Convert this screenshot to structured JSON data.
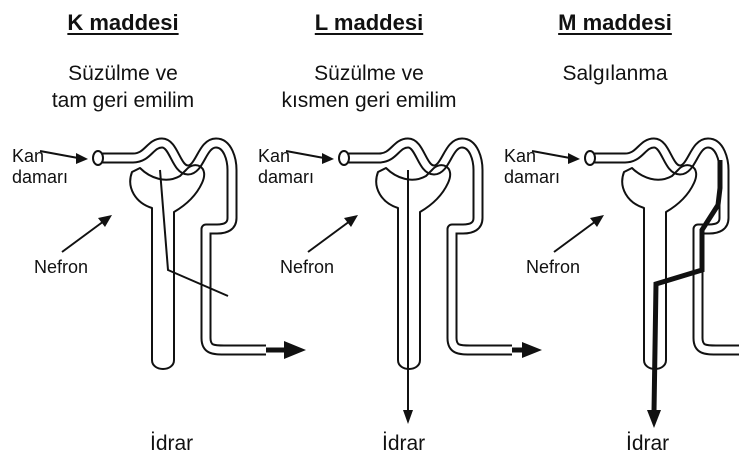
{
  "panels": [
    {
      "title": "K maddesi",
      "desc_line1": "Süzülme ve",
      "desc_line2": "tam geri emilim",
      "kan_line1": "Kan",
      "kan_line2": "damarı",
      "nefron": "Nefron",
      "idrar": "İdrar"
    },
    {
      "title": "L maddesi",
      "desc_line1": "Süzülme ve",
      "desc_line2": "kısmen geri emilim",
      "kan_line1": "Kan",
      "kan_line2": "damarı",
      "nefron": "Nefron",
      "idrar": "İdrar"
    },
    {
      "title": "M maddesi",
      "desc_line1": "Salgılanma",
      "desc_line2": "",
      "kan_line1": "Kan",
      "kan_line2": "damarı",
      "nefron": "Nefron",
      "idrar": "İdrar"
    }
  ]
}
